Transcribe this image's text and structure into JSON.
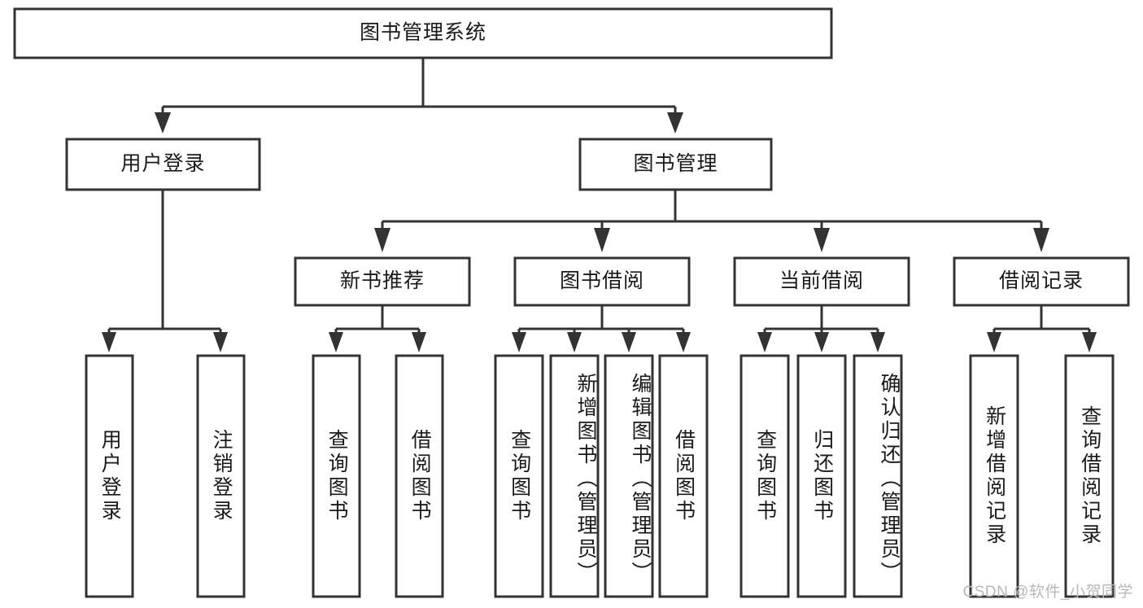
{
  "diagram": {
    "title": "图书管理系统",
    "type": "tree-hierarchy-chart",
    "orientation": "top-down",
    "root": {
      "id": "root",
      "label": "图书管理系统",
      "text_direction": "horizontal"
    },
    "level2": [
      {
        "id": "user-login",
        "label": "用户登录",
        "text_direction": "horizontal"
      },
      {
        "id": "book-management",
        "label": "图书管理",
        "text_direction": "horizontal"
      }
    ],
    "level3": [
      {
        "id": "new-book-recommend",
        "label": "新书推荐",
        "text_direction": "horizontal",
        "parent": "book-management"
      },
      {
        "id": "book-borrow",
        "label": "图书借阅",
        "text_direction": "horizontal",
        "parent": "book-management"
      },
      {
        "id": "current-borrow",
        "label": "当前借阅",
        "text_direction": "horizontal",
        "parent": "book-management"
      },
      {
        "id": "borrow-record",
        "label": "借阅记录",
        "text_direction": "horizontal",
        "parent": "book-management"
      }
    ],
    "leaves": [
      {
        "id": "leaf-user-login",
        "label": "用户登录",
        "text_direction": "vertical",
        "parent": "user-login"
      },
      {
        "id": "leaf-user-logout",
        "label": "注销登录",
        "text_direction": "vertical",
        "parent": "user-login"
      },
      {
        "id": "leaf-query-book-1",
        "label": "查询图书",
        "text_direction": "vertical",
        "parent": "new-book-recommend"
      },
      {
        "id": "leaf-borrow-book-1",
        "label": "借阅图书",
        "text_direction": "vertical",
        "parent": "new-book-recommend"
      },
      {
        "id": "leaf-query-book-2",
        "label": "查询图书",
        "text_direction": "vertical",
        "parent": "book-borrow"
      },
      {
        "id": "leaf-add-book",
        "label": "新增图书（管理员）",
        "text_direction": "vertical",
        "parent": "book-borrow"
      },
      {
        "id": "leaf-edit-book",
        "label": "编辑图书（管理员）",
        "text_direction": "vertical",
        "parent": "book-borrow"
      },
      {
        "id": "leaf-borrow-book-2",
        "label": "借阅图书",
        "text_direction": "vertical",
        "parent": "book-borrow"
      },
      {
        "id": "leaf-query-book-3",
        "label": "查询图书",
        "text_direction": "vertical",
        "parent": "current-borrow"
      },
      {
        "id": "leaf-return-book",
        "label": "归还图书",
        "text_direction": "vertical",
        "parent": "current-borrow"
      },
      {
        "id": "leaf-confirm-return",
        "label": "确认归还（管理员）",
        "text_direction": "vertical",
        "parent": "current-borrow"
      },
      {
        "id": "leaf-add-record",
        "label": "新增借阅记录",
        "text_direction": "vertical",
        "parent": "borrow-record"
      },
      {
        "id": "leaf-query-record",
        "label": "查询借阅记录",
        "text_direction": "vertical",
        "parent": "borrow-record"
      }
    ],
    "watermark": "CSDN @软件_小贺同学",
    "colors": {
      "box_stroke": "#333333",
      "box_fill": "#ffffff",
      "connector": "#333333",
      "text": "#1a1a1a",
      "watermark": "#b8b8b8",
      "background": "#ffffff"
    }
  }
}
